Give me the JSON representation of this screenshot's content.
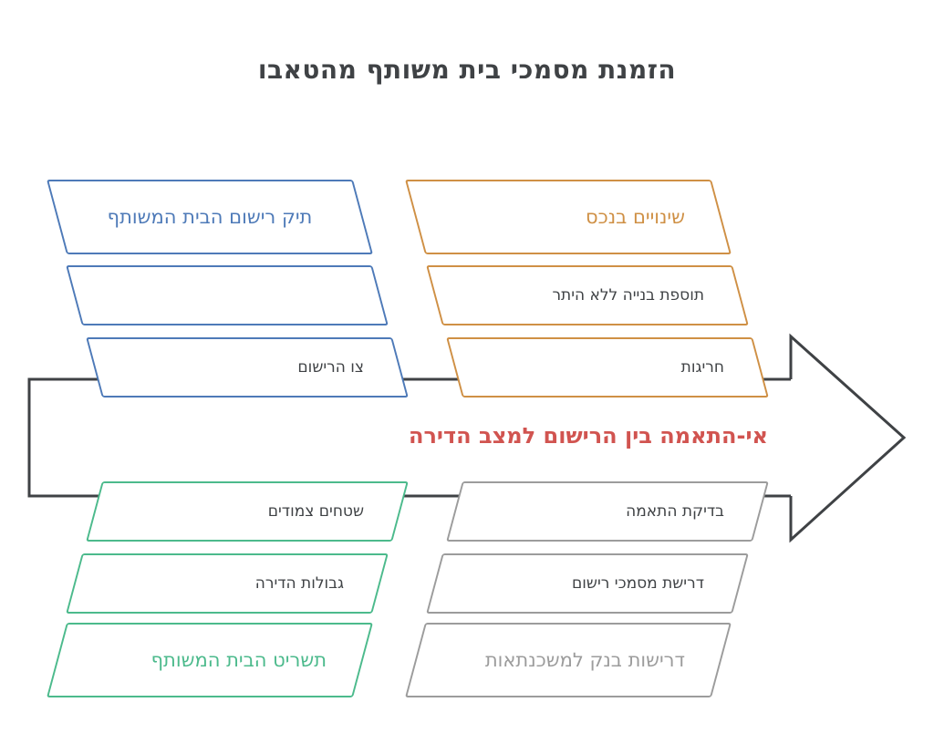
{
  "title": "הזמנת מסמכי בית משותף מהטאבו",
  "center_label": "אי-התאמה בין הרישום למצב הדירה",
  "colors": {
    "blue": "#4e7ab8",
    "orange": "#cf9045",
    "green": "#4cba8c",
    "gray": "#9c9c9c",
    "red": "#d15450",
    "dark": "#3f4245",
    "node_fill": "#ffffff"
  },
  "groups": [
    {
      "name": "top-left-blue",
      "items": [
        {
          "label": "תיק רישום הבית המשותף"
        },
        {
          "label": ""
        },
        {
          "label": "צו הרישום"
        }
      ]
    },
    {
      "name": "top-right-orange",
      "items": [
        {
          "label": "שינויים בנכס"
        },
        {
          "label": "תוספת בנייה ללא היתר"
        },
        {
          "label": "חריגות"
        }
      ]
    },
    {
      "name": "bottom-left-green",
      "items": [
        {
          "label": "שטחים צמודים"
        },
        {
          "label": "גבולות הדירה"
        },
        {
          "label": "תשריט הבית המשותף"
        }
      ]
    },
    {
      "name": "bottom-right-gray",
      "items": [
        {
          "label": "בדיקת התאמה"
        },
        {
          "label": "דרישת מסמכי רישום"
        },
        {
          "label": "דרישות בנק למשכנתאות"
        }
      ]
    }
  ]
}
